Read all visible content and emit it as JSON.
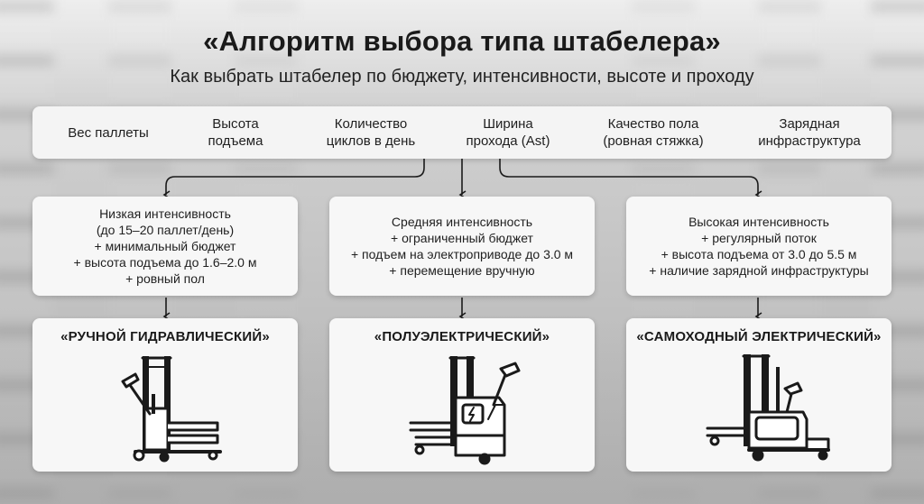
{
  "title": "«Алгоритм выбора типа штабелера»",
  "subtitle": "Как выбрать штабелер по бюджету, интенсивности, высоте и проходу",
  "factors": [
    {
      "line1": "Вес паллеты",
      "line2": ""
    },
    {
      "line1": "Высота",
      "line2": "подъема"
    },
    {
      "line1": "Количество",
      "line2": "циклов в день"
    },
    {
      "line1": "Ширина",
      "line2": "прохода (Ast)"
    },
    {
      "line1": "Качество пола",
      "line2": "(ровная стяжка)"
    },
    {
      "line1": "Зарядная",
      "line2": "инфраструктура"
    }
  ],
  "conditions": [
    {
      "lines": [
        "Низкая интенсивность",
        "(до 15–20 паллет/день)",
        "+ минимальный бюджет",
        "+ высота подъема до 1.6–2.0 м",
        "+ ровный пол"
      ]
    },
    {
      "lines": [
        "Средняя интенсивность",
        "+ ограниченный бюджет",
        "+ подъем на электроприводе до 3.0 м",
        "+ перемещение вручную"
      ]
    },
    {
      "lines": [
        "Высокая интенсивность",
        "+ регулярный поток",
        "+ высота подъема от 3.0 до 5.5 м",
        "+ наличие зарядной инфраструктуры"
      ]
    }
  ],
  "results": [
    {
      "label": "«РУЧНОЙ ГИДРАВЛИЧЕСКИЙ»",
      "icon": "manual-hydraulic-stacker-icon"
    },
    {
      "label": "«ПОЛУЭЛЕКТРИЧЕСКИЙ»",
      "icon": "semi-electric-stacker-icon"
    },
    {
      "label": "«САМОХОДНЫЙ ЭЛЕКТРИЧЕСКИЙ»",
      "icon": "self-propelled-electric-stacker-icon"
    }
  ],
  "colors": {
    "card": "#f4f4f4",
    "ink": "#1a1a1a",
    "background": "#c9c9c9"
  }
}
